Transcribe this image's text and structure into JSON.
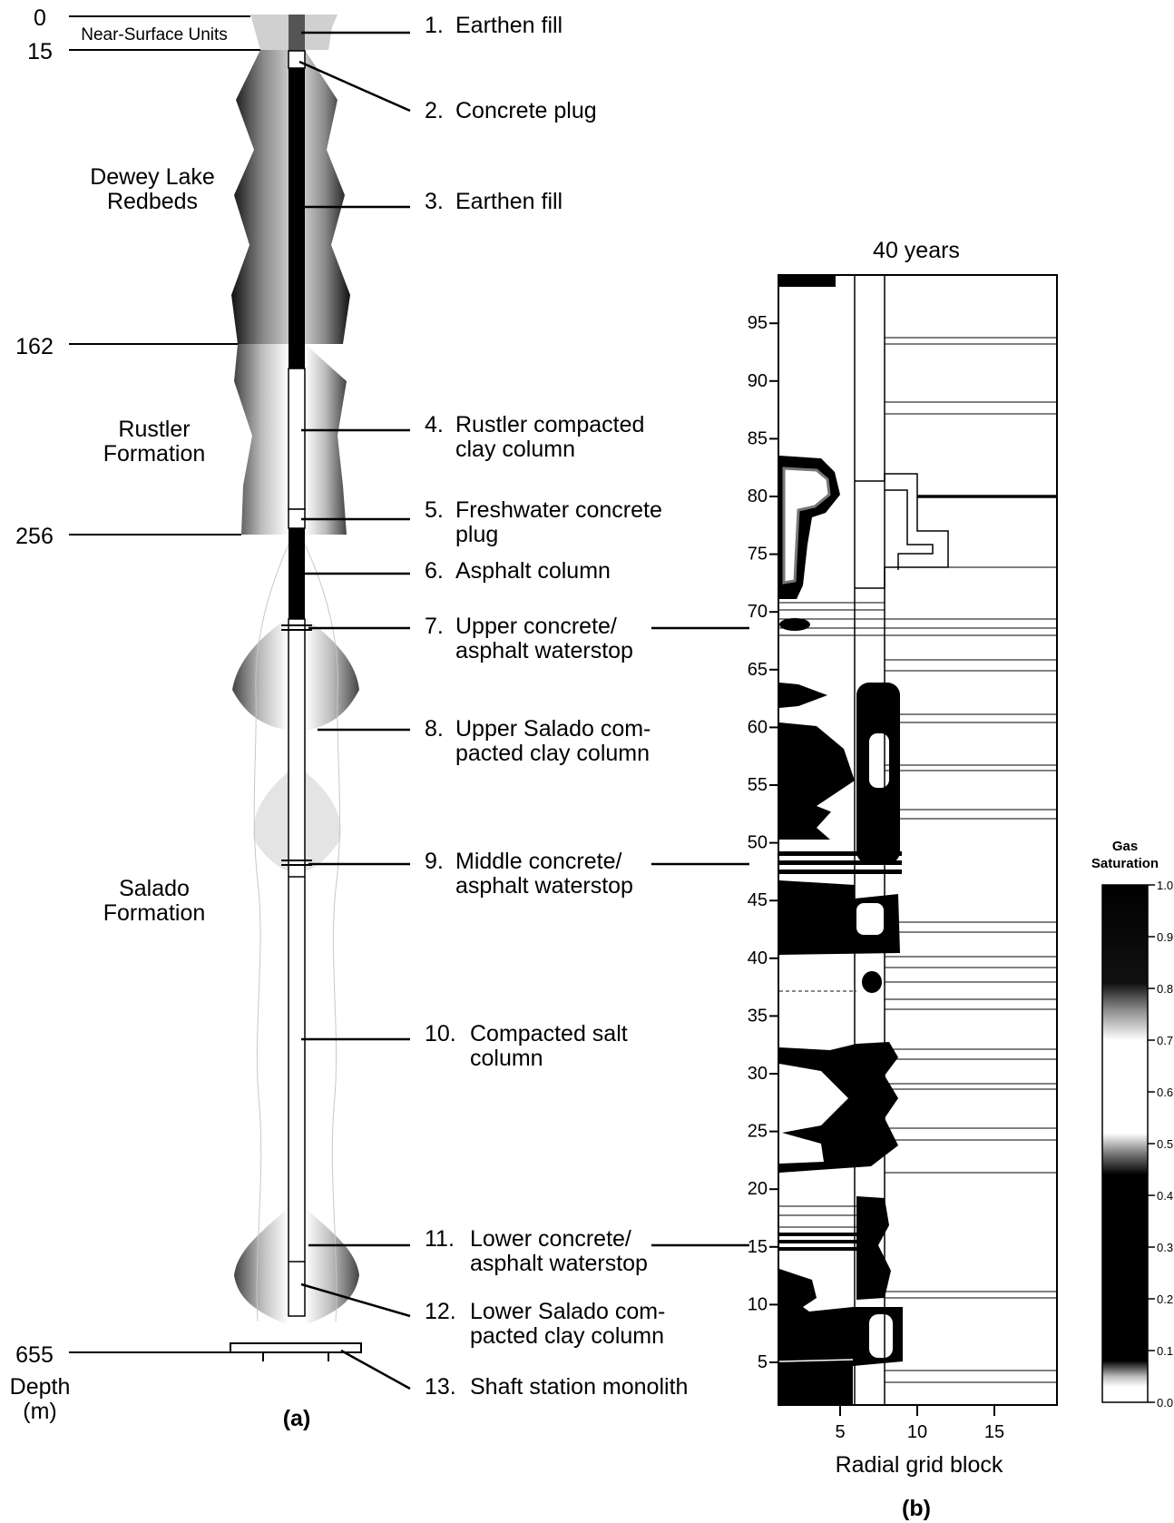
{
  "panel_a": {
    "caption": "(a)",
    "depth_axis": {
      "ticks": [
        "0",
        "15",
        "162",
        "256",
        "655"
      ],
      "unit_line1": "Depth",
      "unit_line2": "(m)"
    },
    "units": {
      "near_surface": "Near-Surface Units",
      "dewey_line1": "Dewey Lake",
      "dewey_line2": "Redbeds",
      "rustler_line1": "Rustler",
      "rustler_line2": "Formation",
      "salado_line1": "Salado",
      "salado_line2": "Formation"
    },
    "components": [
      {
        "num": "1.",
        "line1": "Earthen fill",
        "line2": ""
      },
      {
        "num": "2.",
        "line1": "Concrete plug",
        "line2": ""
      },
      {
        "num": "3.",
        "line1": "Earthen fill",
        "line2": ""
      },
      {
        "num": "4.",
        "line1": "Rustler compacted",
        "line2": "clay column"
      },
      {
        "num": "5.",
        "line1": "Freshwater concrete",
        "line2": "plug"
      },
      {
        "num": "6.",
        "line1": "Asphalt column",
        "line2": ""
      },
      {
        "num": "7.",
        "line1": "Upper concrete/",
        "line2": "asphalt waterstop"
      },
      {
        "num": "8.",
        "line1": "Upper Salado com-",
        "line2": "pacted clay column"
      },
      {
        "num": "9.",
        "line1": "Middle concrete/",
        "line2": "asphalt waterstop"
      },
      {
        "num": "10.",
        "line1": "Compacted salt",
        "line2": "column"
      },
      {
        "num": "11.",
        "line1": "Lower concrete/",
        "line2": "asphalt waterstop"
      },
      {
        "num": "12.",
        "line1": "Lower Salado com-",
        "line2": "pacted clay column"
      },
      {
        "num": "13.",
        "line1": "Shaft station monolith",
        "line2": ""
      }
    ]
  },
  "panel_b": {
    "caption": "(b)",
    "title": "40 years",
    "xlabel": "Radial grid block",
    "x_ticks": [
      "5",
      "10",
      "15"
    ],
    "y_ticks": [
      "5",
      "10",
      "15",
      "20",
      "25",
      "30",
      "35",
      "40",
      "45",
      "50",
      "55",
      "60",
      "65",
      "70",
      "75",
      "80",
      "85",
      "90",
      "95"
    ],
    "colorbar": {
      "title_line1": "Gas",
      "title_line2": "Saturation",
      "ticks": [
        "1.0",
        "0.9",
        "0.8",
        "0.7",
        "0.6",
        "0.5",
        "0.4",
        "0.3",
        "0.2",
        "0.1",
        "0.0"
      ]
    }
  },
  "colors": {
    "ink": "#000000",
    "paper": "#ffffff",
    "rock_gray": "#8a8a8a",
    "light_gray": "#d8d8d8"
  }
}
